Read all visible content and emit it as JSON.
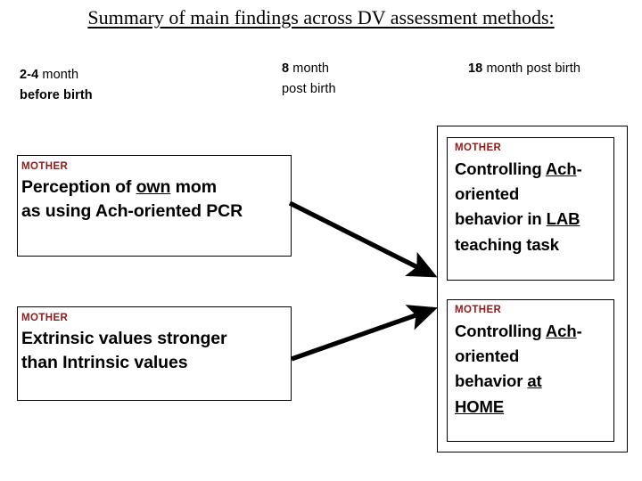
{
  "slide": {
    "title": "Summary of main findings across DV assessment methods:",
    "background_color": "#FFFFFF",
    "text_color": "#000000",
    "accent_color": "#8C1B1B"
  },
  "column_headers": [
    {
      "id": "col1",
      "bold_part": "2-4",
      "rest_line1": " month",
      "line2": "before birth",
      "line2_bold": true
    },
    {
      "id": "col2",
      "bold_part": "8",
      "rest_line1": " month",
      "line2": "post birth",
      "line2_bold": false
    },
    {
      "id": "col3",
      "bold_part": "18",
      "rest_line1": " month post birth",
      "line2": "",
      "line2_bold": false
    }
  ],
  "boxes": {
    "left_top": {
      "label": "MOTHER",
      "line1_a": "Perception  of  ",
      "line1_u": "own",
      "line1_b": " mom",
      "line2": "as using Ach-oriented PCR"
    },
    "left_bottom": {
      "label": "MOTHER",
      "line1": "Extrinsic values stronger",
      "line2": "than Intrinsic values"
    },
    "right_top": {
      "label": "MOTHER",
      "line1_a": "Controlling ",
      "line1_u": "Ach",
      "line1_b": "-",
      "line2": "oriented",
      "line3_a": "behavior in ",
      "line3_u": "LAB",
      "line4": "teaching task"
    },
    "right_bottom": {
      "label": "MOTHER",
      "line1_a": "Controlling ",
      "line1_u": "Ach",
      "line1_b": "-",
      "line2": "oriented",
      "line3_a": "behavior ",
      "line3_u": "at",
      "line4_u": "HOME"
    }
  },
  "arrows": [
    {
      "id": "arrow-1",
      "from": "left-top-box",
      "to": "right-top-box",
      "direction": "down-right",
      "color": "#000000"
    },
    {
      "id": "arrow-2",
      "from": "left-bottom-box",
      "to": "right-bottom-box",
      "direction": "up-right",
      "color": "#000000"
    }
  ]
}
